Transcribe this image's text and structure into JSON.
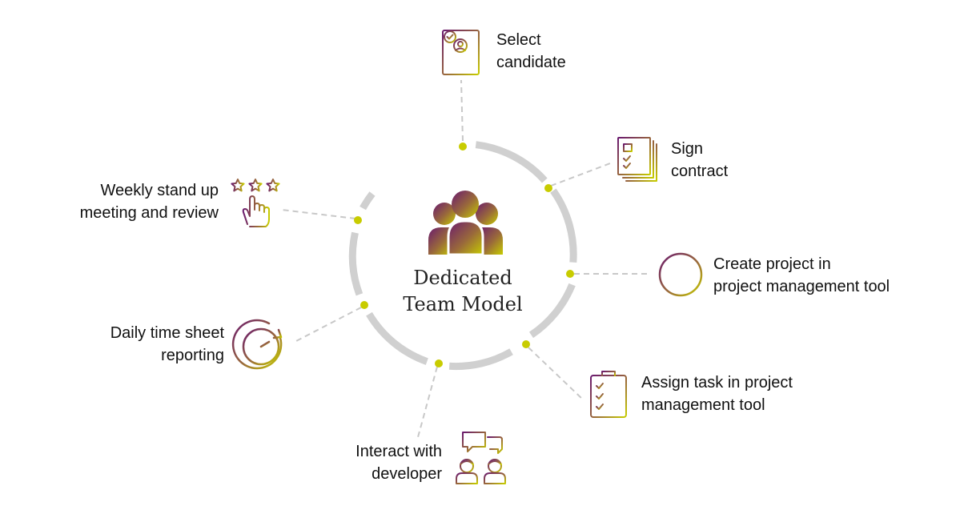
{
  "center": {
    "line1": "Dedicated",
    "line2": "Team Model"
  },
  "steps": [
    {
      "id": "select-candidate",
      "icon": "candidate-profile-icon",
      "line1": "Select",
      "line2": "candidate"
    },
    {
      "id": "sign-contract",
      "icon": "contract-document-icon",
      "line1": "Sign",
      "line2": "contract"
    },
    {
      "id": "create-project",
      "icon": "plus-circle-icon",
      "line1": "Create project in",
      "line2": "project management tool"
    },
    {
      "id": "assign-task",
      "icon": "clipboard-checklist-icon",
      "line1": "Assign task in project",
      "line2": "management tool"
    },
    {
      "id": "interact-developer",
      "icon": "chat-people-icon",
      "line1": "Interact with",
      "line2": "developer"
    },
    {
      "id": "daily-time-sheet",
      "icon": "clock-icon",
      "line1": "Daily time sheet",
      "line2": "reporting"
    },
    {
      "id": "weekly-standup",
      "icon": "stars-rating-icon",
      "line1": "Weekly stand up",
      "line2": "meeting and review"
    }
  ],
  "colors": {
    "ring": "#d0d0d0",
    "dot": "#c8cc00",
    "dash": "#c8c8c8",
    "gradient_start": "#6a1a6e",
    "gradient_mid": "#9a6a3a",
    "gradient_end": "#c6cc00"
  }
}
